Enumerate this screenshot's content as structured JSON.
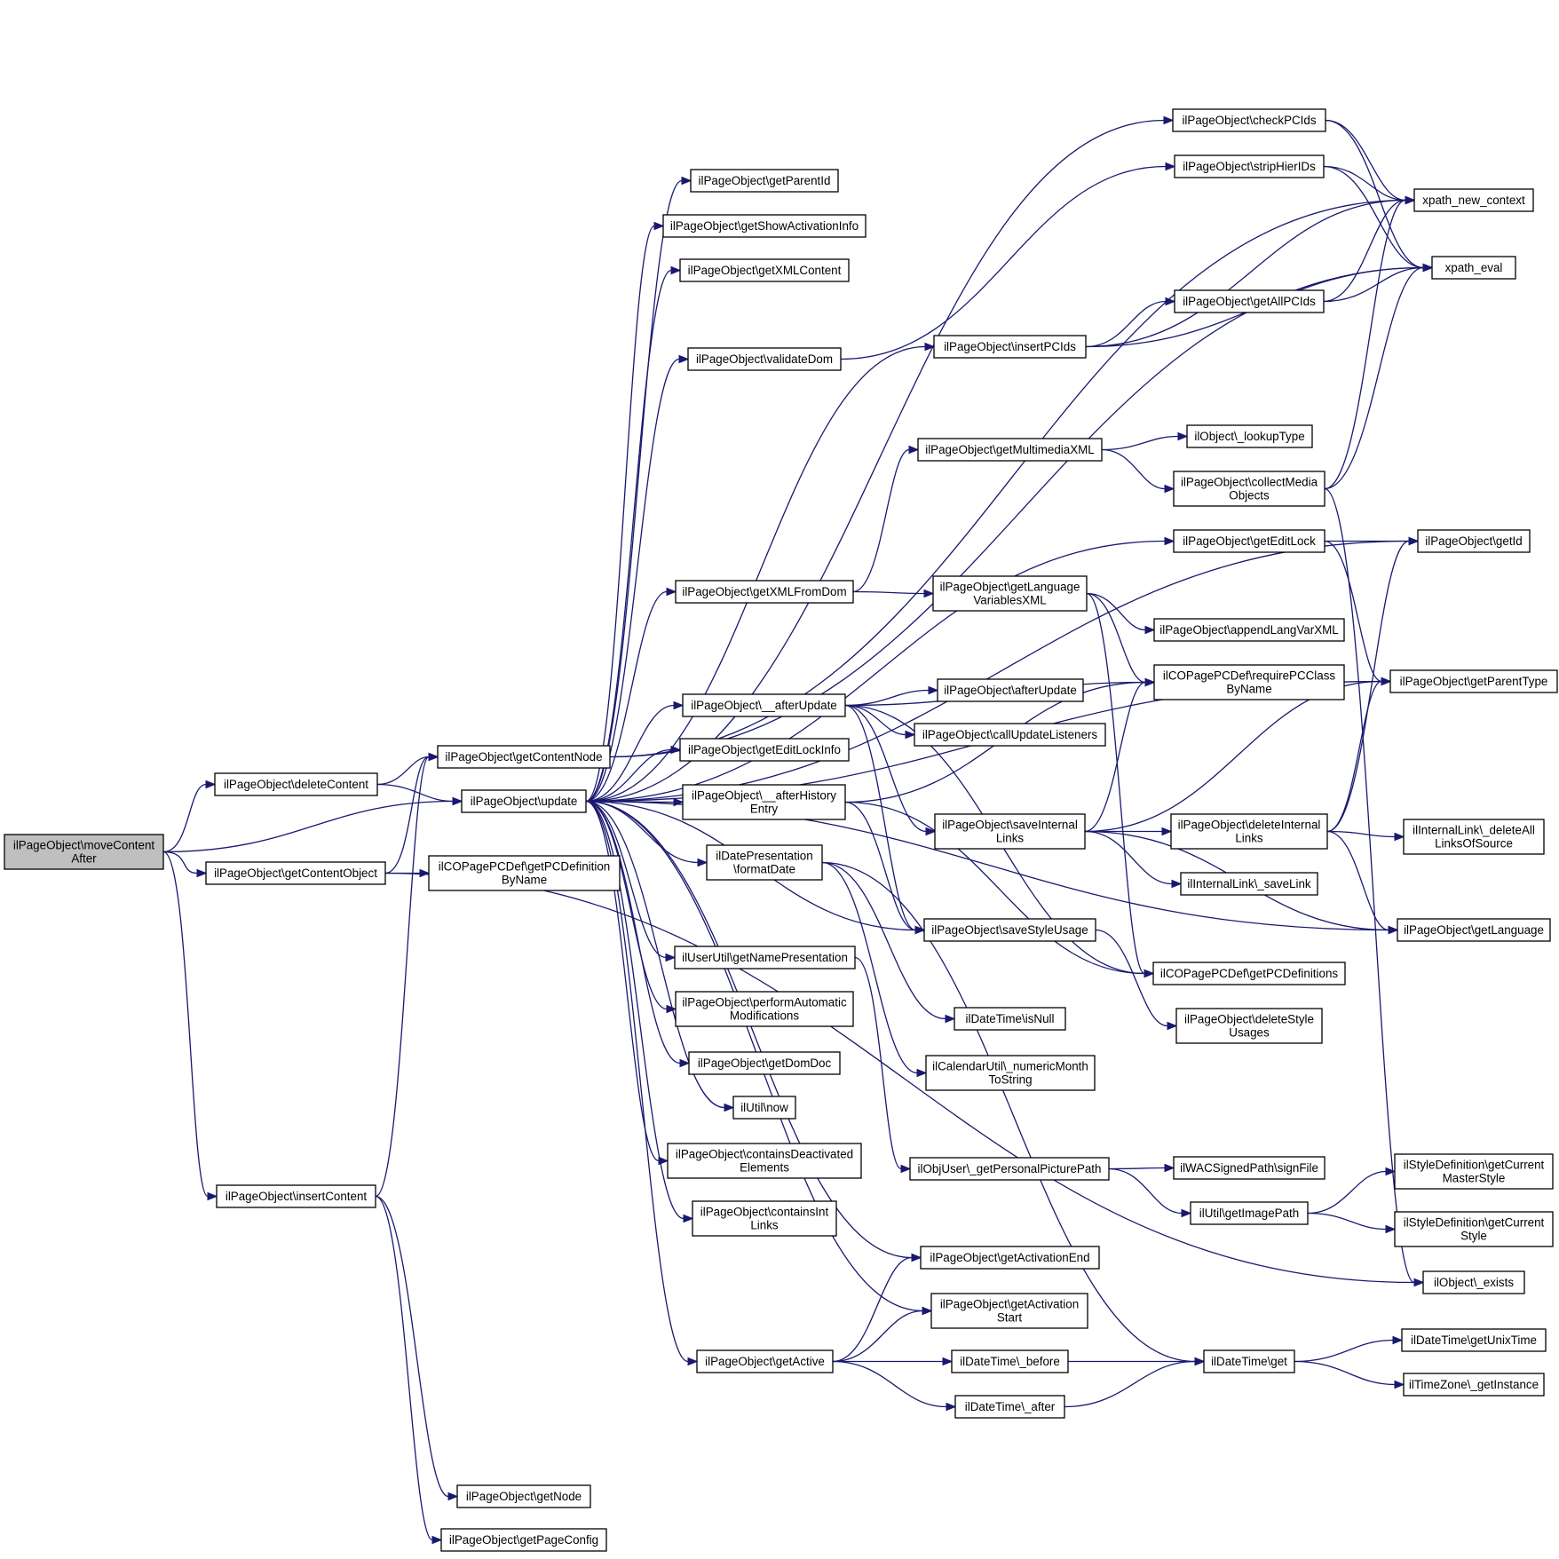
{
  "colors": {
    "edge": "#191970",
    "root_fill": "#bfbfbf",
    "node_fill": "#ffffff",
    "border": "#000000"
  },
  "nodes": [
    {
      "id": "moveContentAfter",
      "lines": [
        "ilPageObject\\moveContent",
        "After"
      ],
      "root": true
    },
    {
      "id": "deleteContent",
      "lines": [
        "ilPageObject\\deleteContent"
      ]
    },
    {
      "id": "getContentObject",
      "lines": [
        "ilPageObject\\getContentObject"
      ]
    },
    {
      "id": "insertContent",
      "lines": [
        "ilPageObject\\insertContent"
      ]
    },
    {
      "id": "getContentNode",
      "lines": [
        "ilPageObject\\getContentNode"
      ]
    },
    {
      "id": "update",
      "lines": [
        "ilPageObject\\update"
      ]
    },
    {
      "id": "getPCDefinitionByName",
      "lines": [
        "ilCOPagePCDef\\getPCDefinition",
        "ByName"
      ]
    },
    {
      "id": "getNode",
      "lines": [
        "ilPageObject\\getNode"
      ]
    },
    {
      "id": "getPageConfig",
      "lines": [
        "ilPageObject\\getPageConfig"
      ]
    },
    {
      "id": "getParentId",
      "lines": [
        "ilPageObject\\getParentId"
      ]
    },
    {
      "id": "getShowActivationInfo",
      "lines": [
        "ilPageObject\\getShowActivationInfo"
      ]
    },
    {
      "id": "getXMLContent",
      "lines": [
        "ilPageObject\\getXMLContent"
      ]
    },
    {
      "id": "validateDom",
      "lines": [
        "ilPageObject\\validateDom"
      ]
    },
    {
      "id": "getXMLFromDom",
      "lines": [
        "ilPageObject\\getXMLFromDom"
      ]
    },
    {
      "id": "afterUpdateU",
      "lines": [
        "ilPageObject\\__afterUpdate"
      ]
    },
    {
      "id": "getEditLockInfo",
      "lines": [
        "ilPageObject\\getEditLockInfo"
      ]
    },
    {
      "id": "afterHistoryEntry",
      "lines": [
        "ilPageObject\\__afterHistory",
        "Entry"
      ]
    },
    {
      "id": "formatDate",
      "lines": [
        "ilDatePresentation",
        "\\formatDate"
      ]
    },
    {
      "id": "getNamePresentation",
      "lines": [
        "ilUserUtil\\getNamePresentation"
      ]
    },
    {
      "id": "performAutomaticModifications",
      "lines": [
        "ilPageObject\\performAutomatic",
        "Modifications"
      ]
    },
    {
      "id": "getDomDoc",
      "lines": [
        "ilPageObject\\getDomDoc"
      ]
    },
    {
      "id": "utilNow",
      "lines": [
        "ilUtil\\now"
      ]
    },
    {
      "id": "containsDeactivatedElements",
      "lines": [
        "ilPageObject\\containsDeactivated",
        "Elements"
      ]
    },
    {
      "id": "containsIntLinks",
      "lines": [
        "ilPageObject\\containsInt",
        "Links"
      ]
    },
    {
      "id": "getActive",
      "lines": [
        "ilPageObject\\getActive"
      ]
    },
    {
      "id": "insertPCIds",
      "lines": [
        "ilPageObject\\insertPCIds"
      ]
    },
    {
      "id": "getMultimediaXML",
      "lines": [
        "ilPageObject\\getMultimediaXML"
      ]
    },
    {
      "id": "getLanguageVariablesXML",
      "lines": [
        "ilPageObject\\getLanguage",
        "VariablesXML"
      ]
    },
    {
      "id": "afterUpdate",
      "lines": [
        "ilPageObject\\afterUpdate"
      ]
    },
    {
      "id": "callUpdateListeners",
      "lines": [
        "ilPageObject\\callUpdateListeners"
      ]
    },
    {
      "id": "saveInternalLinks",
      "lines": [
        "ilPageObject\\saveInternal",
        "Links"
      ]
    },
    {
      "id": "saveStyleUsage",
      "lines": [
        "ilPageObject\\saveStyleUsage"
      ]
    },
    {
      "id": "isNull",
      "lines": [
        "ilDateTime\\isNull"
      ]
    },
    {
      "id": "numericMonthToString",
      "lines": [
        "ilCalendarUtil\\_numericMonth",
        "ToString"
      ]
    },
    {
      "id": "getPersonalPicturePath",
      "lines": [
        "ilObjUser\\_getPersonalPicturePath"
      ]
    },
    {
      "id": "getActivationEnd",
      "lines": [
        "ilPageObject\\getActivationEnd"
      ]
    },
    {
      "id": "getActivationStart",
      "lines": [
        "ilPageObject\\getActivation",
        "Start"
      ]
    },
    {
      "id": "dtBefore",
      "lines": [
        "ilDateTime\\_before"
      ]
    },
    {
      "id": "dtAfter",
      "lines": [
        "ilDateTime\\_after"
      ]
    },
    {
      "id": "checkPCIds",
      "lines": [
        "ilPageObject\\checkPCIds"
      ]
    },
    {
      "id": "stripHierIDs",
      "lines": [
        "ilPageObject\\stripHierIDs"
      ]
    },
    {
      "id": "getAllPCIds",
      "lines": [
        "ilPageObject\\getAllPCIds"
      ]
    },
    {
      "id": "lookupType",
      "lines": [
        "ilObject\\_lookupType"
      ]
    },
    {
      "id": "collectMediaObjects",
      "lines": [
        "ilPageObject\\collectMedia",
        "Objects"
      ]
    },
    {
      "id": "getEditLock",
      "lines": [
        "ilPageObject\\getEditLock"
      ]
    },
    {
      "id": "appendLangVarXML",
      "lines": [
        "ilPageObject\\appendLangVarXML"
      ]
    },
    {
      "id": "requirePCClassByName",
      "lines": [
        "ilCOPagePCDef\\requirePCClass",
        "ByName"
      ]
    },
    {
      "id": "deleteInternalLinks",
      "lines": [
        "ilPageObject\\deleteInternal",
        "Links"
      ]
    },
    {
      "id": "saveLink",
      "lines": [
        "ilInternalLink\\_saveLink"
      ]
    },
    {
      "id": "getPCDefinitions",
      "lines": [
        "ilCOPagePCDef\\getPCDefinitions"
      ]
    },
    {
      "id": "deleteStyleUsages",
      "lines": [
        "ilPageObject\\deleteStyle",
        "Usages"
      ]
    },
    {
      "id": "signFile",
      "lines": [
        "ilWACSignedPath\\signFile"
      ]
    },
    {
      "id": "getImagePath",
      "lines": [
        "ilUtil\\getImagePath"
      ]
    },
    {
      "id": "dtGet",
      "lines": [
        "ilDateTime\\get"
      ]
    },
    {
      "id": "xpathNewContext",
      "lines": [
        "xpath_new_context"
      ]
    },
    {
      "id": "xpathEval",
      "lines": [
        "xpath_eval"
      ]
    },
    {
      "id": "getId",
      "lines": [
        "ilPageObject\\getId"
      ]
    },
    {
      "id": "getParentType",
      "lines": [
        "ilPageObject\\getParentType"
      ]
    },
    {
      "id": "deleteAllLinksOfSource",
      "lines": [
        "ilInternalLink\\_deleteAll",
        "LinksOfSource"
      ]
    },
    {
      "id": "getLanguage",
      "lines": [
        "ilPageObject\\getLanguage"
      ]
    },
    {
      "id": "getCurrentMasterStyle",
      "lines": [
        "ilStyleDefinition\\getCurrent",
        "MasterStyle"
      ]
    },
    {
      "id": "getCurrentStyle",
      "lines": [
        "ilStyleDefinition\\getCurrent",
        "Style"
      ]
    },
    {
      "id": "objExists",
      "lines": [
        "ilObject\\_exists"
      ]
    },
    {
      "id": "getUnixTime",
      "lines": [
        "ilDateTime\\getUnixTime"
      ]
    },
    {
      "id": "getInstance",
      "lines": [
        "ilTimeZone\\_getInstance"
      ]
    }
  ],
  "edges": [
    [
      "moveContentAfter",
      "deleteContent"
    ],
    [
      "moveContentAfter",
      "update"
    ],
    [
      "moveContentAfter",
      "getContentObject"
    ],
    [
      "moveContentAfter",
      "insertContent"
    ],
    [
      "deleteContent",
      "getContentNode"
    ],
    [
      "deleteContent",
      "update"
    ],
    [
      "getContentObject",
      "getContentNode"
    ],
    [
      "getContentObject",
      "getPCDefinitionByName"
    ],
    [
      "getContentObject",
      "objExists"
    ],
    [
      "insertContent",
      "getContentNode"
    ],
    [
      "insertContent",
      "getNode"
    ],
    [
      "insertContent",
      "getPageConfig"
    ],
    [
      "getContentNode",
      "xpathNewContext"
    ],
    [
      "getContentNode",
      "xpathEval"
    ],
    [
      "update",
      "getParentId"
    ],
    [
      "update",
      "getShowActivationInfo"
    ],
    [
      "update",
      "getXMLContent"
    ],
    [
      "update",
      "validateDom"
    ],
    [
      "update",
      "insertPCIds"
    ],
    [
      "update",
      "checkPCIds"
    ],
    [
      "update",
      "getId"
    ],
    [
      "update",
      "getEditLock"
    ],
    [
      "update",
      "getParentType"
    ],
    [
      "update",
      "getXMLFromDom"
    ],
    [
      "update",
      "afterUpdateU"
    ],
    [
      "update",
      "getEditLockInfo"
    ],
    [
      "update",
      "afterHistoryEntry"
    ],
    [
      "update",
      "formatDate"
    ],
    [
      "update",
      "getNamePresentation"
    ],
    [
      "update",
      "performAutomaticModifications"
    ],
    [
      "update",
      "getDomDoc"
    ],
    [
      "update",
      "utilNow"
    ],
    [
      "update",
      "containsDeactivatedElements"
    ],
    [
      "update",
      "containsIntLinks"
    ],
    [
      "update",
      "getActivationEnd"
    ],
    [
      "update",
      "getActivationStart"
    ],
    [
      "update",
      "getActive"
    ],
    [
      "update",
      "getLanguage"
    ],
    [
      "update",
      "saveStyleUsage"
    ],
    [
      "validateDom",
      "stripHierIDs"
    ],
    [
      "getXMLFromDom",
      "getMultimediaXML"
    ],
    [
      "getXMLFromDom",
      "getLanguageVariablesXML"
    ],
    [
      "afterUpdateU",
      "requirePCClassByName"
    ],
    [
      "afterUpdateU",
      "afterUpdate"
    ],
    [
      "afterUpdateU",
      "callUpdateListeners"
    ],
    [
      "afterUpdateU",
      "saveInternalLinks"
    ],
    [
      "afterUpdateU",
      "saveStyleUsage"
    ],
    [
      "afterUpdateU",
      "getPCDefinitions"
    ],
    [
      "afterHistoryEntry",
      "requirePCClassByName"
    ],
    [
      "afterHistoryEntry",
      "saveStyleUsage"
    ],
    [
      "afterHistoryEntry",
      "getPCDefinitions"
    ],
    [
      "formatDate",
      "isNull"
    ],
    [
      "formatDate",
      "numericMonthToString"
    ],
    [
      "formatDate",
      "dtGet"
    ],
    [
      "getNamePresentation",
      "getPersonalPicturePath"
    ],
    [
      "getActive",
      "getActivationEnd"
    ],
    [
      "getActive",
      "getActivationStart"
    ],
    [
      "getActive",
      "dtBefore"
    ],
    [
      "getActive",
      "dtAfter"
    ],
    [
      "insertPCIds",
      "xpathNewContext"
    ],
    [
      "insertPCIds",
      "getAllPCIds"
    ],
    [
      "insertPCIds",
      "xpathEval"
    ],
    [
      "getMultimediaXML",
      "lookupType"
    ],
    [
      "getMultimediaXML",
      "collectMediaObjects"
    ],
    [
      "getLanguageVariablesXML",
      "appendLangVarXML"
    ],
    [
      "getLanguageVariablesXML",
      "requirePCClassByName"
    ],
    [
      "getLanguageVariablesXML",
      "getPCDefinitions"
    ],
    [
      "saveInternalLinks",
      "requirePCClassByName"
    ],
    [
      "saveInternalLinks",
      "getParentType"
    ],
    [
      "saveInternalLinks",
      "deleteInternalLinks"
    ],
    [
      "saveInternalLinks",
      "saveLink"
    ],
    [
      "saveInternalLinks",
      "getLanguage"
    ],
    [
      "saveStyleUsage",
      "deleteStyleUsages"
    ],
    [
      "getPersonalPicturePath",
      "signFile"
    ],
    [
      "getPersonalPicturePath",
      "getImagePath"
    ],
    [
      "dtBefore",
      "dtGet"
    ],
    [
      "dtAfter",
      "dtGet"
    ],
    [
      "checkPCIds",
      "xpathNewContext"
    ],
    [
      "checkPCIds",
      "xpathEval"
    ],
    [
      "stripHierIDs",
      "xpathNewContext"
    ],
    [
      "stripHierIDs",
      "xpathEval"
    ],
    [
      "getAllPCIds",
      "xpathNewContext"
    ],
    [
      "getAllPCIds",
      "xpathEval"
    ],
    [
      "collectMediaObjects",
      "xpathNewContext"
    ],
    [
      "collectMediaObjects",
      "xpathEval"
    ],
    [
      "collectMediaObjects",
      "objExists"
    ],
    [
      "getEditLock",
      "getId"
    ],
    [
      "getEditLock",
      "getParentType"
    ],
    [
      "deleteInternalLinks",
      "getId"
    ],
    [
      "deleteInternalLinks",
      "getParentType"
    ],
    [
      "deleteInternalLinks",
      "deleteAllLinksOfSource"
    ],
    [
      "deleteInternalLinks",
      "getLanguage"
    ],
    [
      "getImagePath",
      "getCurrentMasterStyle"
    ],
    [
      "getImagePath",
      "getCurrentStyle"
    ],
    [
      "dtGet",
      "getUnixTime"
    ],
    [
      "dtGet",
      "getInstance"
    ]
  ]
}
